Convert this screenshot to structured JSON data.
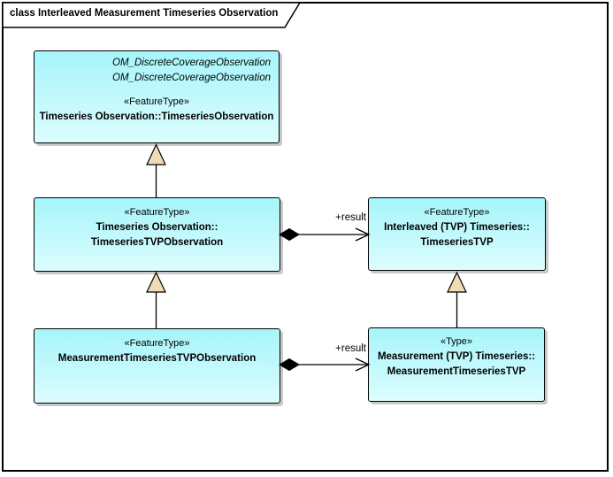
{
  "diagram": {
    "frame_title": "class Interleaved Measurement Timeseries Observation",
    "colors": {
      "box_fill_top": "#a6f5fa",
      "box_fill_bottom": "#dcfdfe",
      "box_border": "#000000",
      "triangle_fill": "#f0dcb4",
      "line_color": "#000000",
      "shadow_color": "#c9c9c9",
      "text_color": "#000000"
    },
    "classes": [
      {
        "id": "TimeseriesObservation",
        "notes": [
          "OM_DiscreteCoverageObservation",
          "OM_DiscreteCoverageObservation"
        ],
        "stereotype": "«FeatureType»",
        "name_lines": [
          "Timeseries Observation::TimeseriesObservation"
        ]
      },
      {
        "id": "TimeseriesTVPObservation",
        "stereotype": "«FeatureType»",
        "name_lines": [
          "Timeseries Observation::",
          "TimeseriesTVPObservation"
        ]
      },
      {
        "id": "TimeseriesTVP",
        "stereotype": "«FeatureType»",
        "name_lines": [
          "Interleaved (TVP) Timeseries::",
          "TimeseriesTVP"
        ]
      },
      {
        "id": "MeasurementTimeseriesTVPObservation",
        "stereotype": "«FeatureType»",
        "name_lines": [
          "MeasurementTimeseriesTVPObservation"
        ]
      },
      {
        "id": "MeasurementTimeseriesTVP",
        "stereotype": "«Type»",
        "name_lines": [
          "Measurement (TVP) Timeseries::",
          "MeasurementTimeseriesTVP"
        ]
      }
    ],
    "associations": [
      {
        "label": "+result",
        "kind": "composition-arrow"
      },
      {
        "label": "+result",
        "kind": "composition-arrow"
      }
    ],
    "generalizations": [
      {
        "from": "TimeseriesTVPObservation",
        "to": "TimeseriesObservation"
      },
      {
        "from": "MeasurementTimeseriesTVPObservation",
        "to": "TimeseriesTVPObservation"
      },
      {
        "from": "MeasurementTimeseriesTVP",
        "to": "TimeseriesTVP"
      }
    ]
  }
}
